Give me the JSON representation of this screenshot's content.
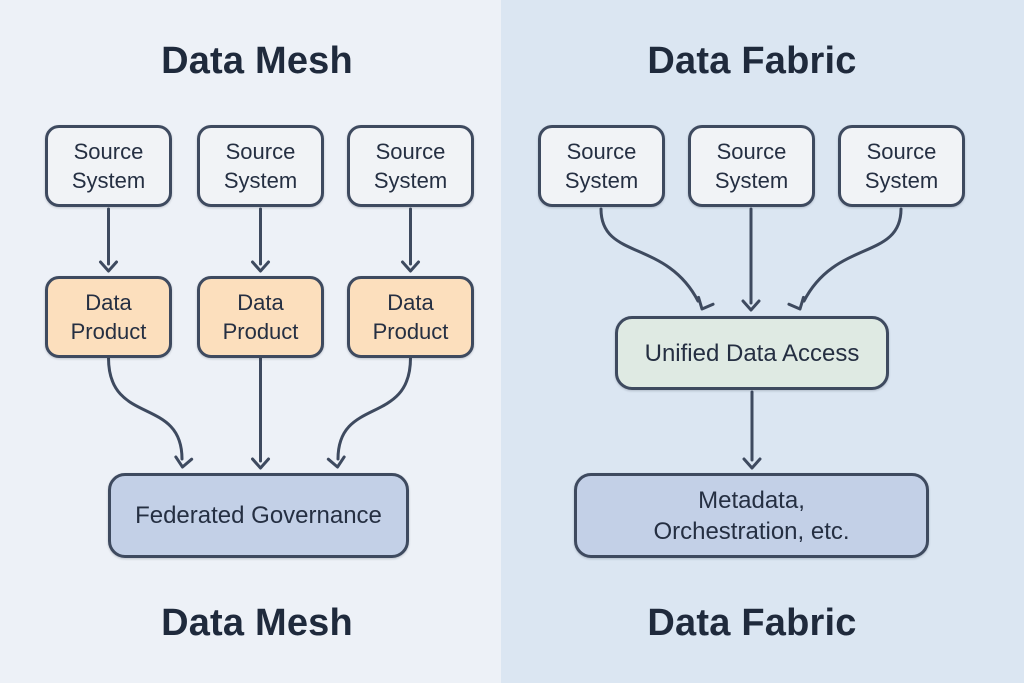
{
  "colors": {
    "left_bg": "#edf1f7",
    "right_bg": "#dbe6f2",
    "stroke": "#3e4a5f",
    "title_text": "#1f2a3c",
    "box_text": "#252f42",
    "source_fill": "#f1f3f6",
    "product_fill": "#fcdfbd",
    "governance_fill": "#c3d0e7",
    "unified_fill": "#dfeae3",
    "metadata_fill": "#c3d0e7"
  },
  "mesh": {
    "title_top": "Data Mesh",
    "caption_bottom": "Data Mesh",
    "source_boxes": [
      {
        "label": "Source\nSystem"
      },
      {
        "label": "Source\nSystem"
      },
      {
        "label": "Source\nSystem"
      }
    ],
    "product_boxes": [
      {
        "label": "Data\nProduct"
      },
      {
        "label": "Data\nProduct"
      },
      {
        "label": "Data\nProduct"
      }
    ],
    "governance_box": {
      "label": "Federated Governance"
    },
    "edges": [
      {
        "from": "source-system-1",
        "to": "data-product-1"
      },
      {
        "from": "source-system-2",
        "to": "data-product-2"
      },
      {
        "from": "source-system-3",
        "to": "data-product-3"
      },
      {
        "from": "data-product-1",
        "to": "federated-governance"
      },
      {
        "from": "data-product-2",
        "to": "federated-governance"
      },
      {
        "from": "data-product-3",
        "to": "federated-governance"
      }
    ]
  },
  "fabric": {
    "title_top": "Data Fabric",
    "caption_bottom": "Data Fabric",
    "source_boxes": [
      {
        "label": "Source\nSystem"
      },
      {
        "label": "Source\nSystem"
      },
      {
        "label": "Source\nSystem"
      }
    ],
    "unified_box": {
      "label": "Unified Data Access"
    },
    "metadata_box": {
      "label": "Metadata,\nOrchestration, etc."
    },
    "edges": [
      {
        "from": "source-system-1",
        "to": "unified-data-access"
      },
      {
        "from": "source-system-2",
        "to": "unified-data-access"
      },
      {
        "from": "source-system-3",
        "to": "unified-data-access"
      },
      {
        "from": "unified-data-access",
        "to": "metadata-orchestration"
      }
    ]
  }
}
